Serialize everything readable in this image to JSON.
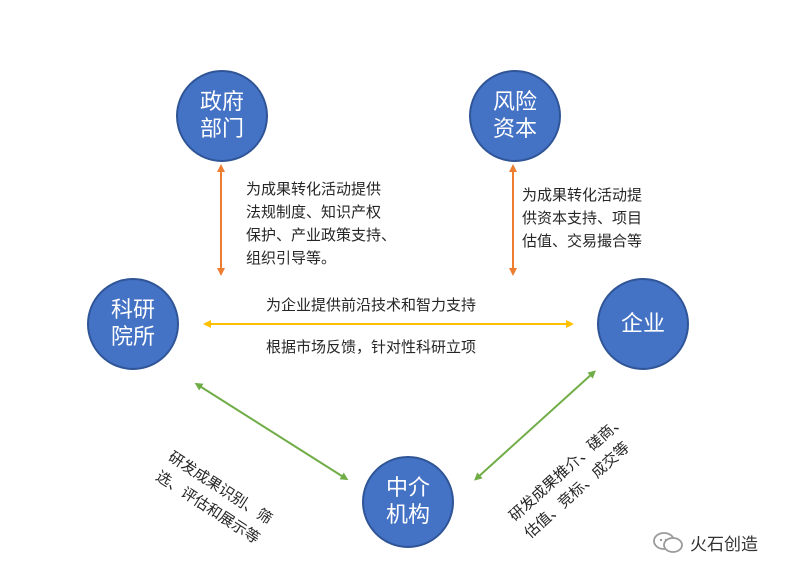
{
  "nodes": {
    "gov": "政府\n部门",
    "vc": "风险\n资本",
    "research": "科研\n院所",
    "enterprise": "企业",
    "intermediary": "中介\n机构"
  },
  "labels": {
    "gov_support": "为成果转化活动提供\n法规制度、知识产权\n保护、产业政策支持、\n组织引导等。",
    "vc_support": "为成果转化活动提\n供资本支持、项目\n估值、交易撮合等",
    "research_to_enterprise": "为企业提供前沿技术和智力支持",
    "enterprise_to_research": "根据市场反馈，针对性科研立项",
    "research_to_intermediary": "研发成果识别、筛\n选、评估和展示等",
    "intermediary_to_enterprise": "研发成果推介、磋商、\n估值、竞标、成交等"
  },
  "watermark": "火石创造",
  "colors": {
    "node_fill": "#4472c4",
    "node_border": "#2f5597",
    "arrow_orange": "#ed7d31",
    "arrow_yellow": "#ffc000",
    "arrow_green": "#70ad47"
  }
}
